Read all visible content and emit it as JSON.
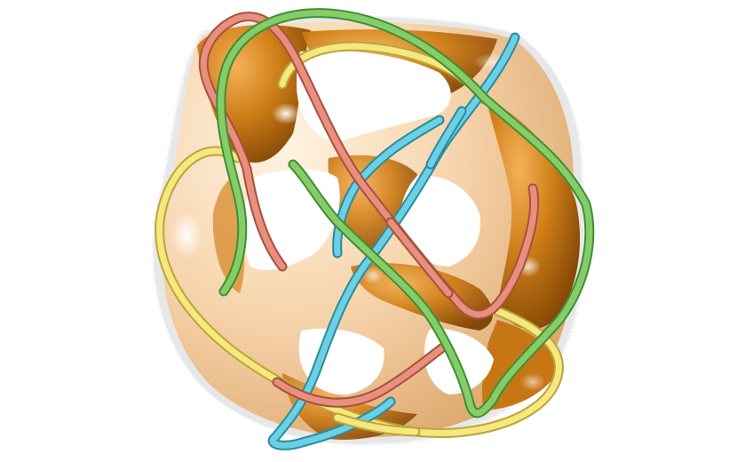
{
  "scene": {
    "subject": "surface-with-knotted-tubes",
    "colors": {
      "background": "#ffffff",
      "surface_light": "#f7d6b0",
      "surface_mid": "#eab57c",
      "surface_dark": "#b96a12",
      "surface_deep": "#8a4a06",
      "surface_highlight": "#fff6ea",
      "fuzz": "#d9d9d9",
      "tube_green": "#86cd6a",
      "tube_green_shade": "#3f8f32",
      "tube_salmon": "#e8907d",
      "tube_salmon_shade": "#a8503f",
      "tube_cyan": "#6cd0e4",
      "tube_cyan_shade": "#2a8aa0",
      "tube_yellow": "#f6e77e",
      "tube_yellow_shade": "#b9a63a"
    },
    "tubes": [
      {
        "name": "green-tube",
        "color": "tube_green",
        "shade": "tube_green_shade"
      },
      {
        "name": "salmon-tube",
        "color": "tube_salmon",
        "shade": "tube_salmon_shade"
      },
      {
        "name": "cyan-tube",
        "color": "tube_cyan",
        "shade": "tube_cyan_shade"
      },
      {
        "name": "yellow-tube",
        "color": "tube_yellow",
        "shade": "tube_yellow_shade"
      }
    ]
  }
}
